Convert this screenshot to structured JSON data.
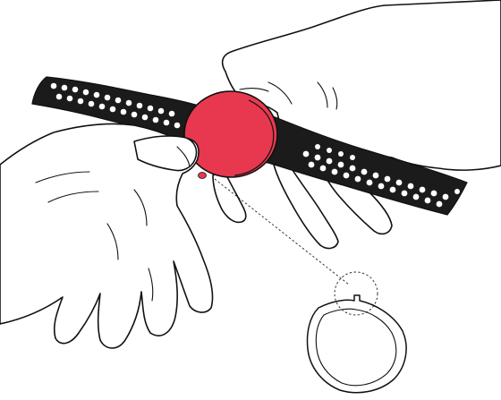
{
  "colors": {
    "band": "#1b1b1b",
    "band_holes": "#ffffff",
    "pod": "#e8384f",
    "pod_shadow": "#c82d42",
    "outline": "#111111",
    "background": "#ffffff"
  },
  "icons": {
    "band": "wristband",
    "pod": "tracker-pod",
    "detail": "pod-backplate-detail"
  }
}
